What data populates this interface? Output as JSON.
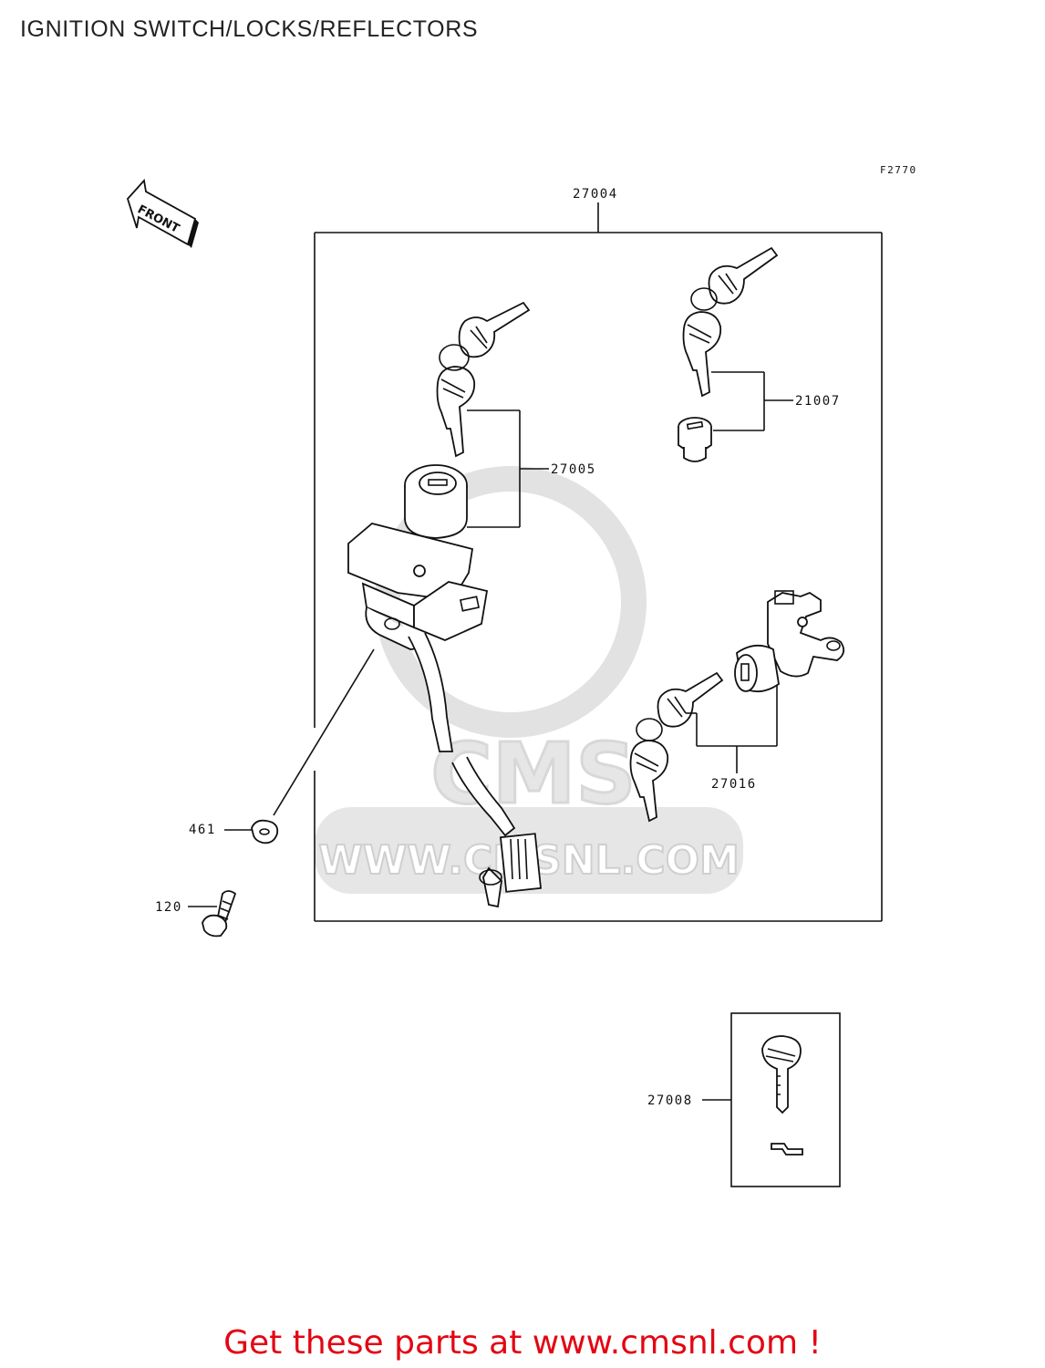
{
  "title": "IGNITION SWITCH/LOCKS/REFLECTORS",
  "figure_code": "F2770",
  "front_indicator": "FRONT",
  "parts": {
    "p27004": "27004",
    "p27005": "27005",
    "p21007": "21007",
    "p27016": "27016",
    "p461": "461",
    "p120": "120",
    "p27008": "27008"
  },
  "watermark": {
    "brand": "CMS",
    "url": "WWW.CMSNL.COM"
  },
  "footer": {
    "text": "Get these parts at www.cmsnl.com !"
  },
  "colors": {
    "footer_text": "#e30613",
    "line_art": "#111111",
    "watermark": "#e4e4e4"
  }
}
